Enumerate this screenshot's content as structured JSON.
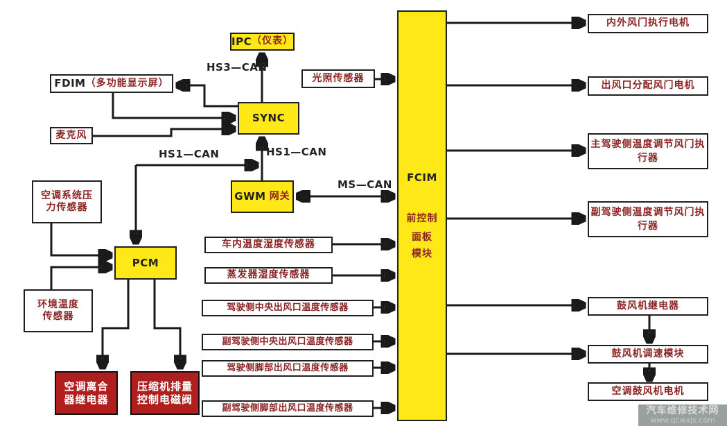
{
  "colors": {
    "module_yellow": "#ffe817",
    "actuator_red": "#b01e1e",
    "chinese_text": "#8b2424",
    "latin_text": "#222222",
    "wire": "#1a1a1a",
    "watermark_bg": "#9aa0a0"
  },
  "nodes": {
    "ipc": {
      "latin": "IPC",
      "cn": "（仪表）"
    },
    "fdim": {
      "latin": "FDIM",
      "cn": "（多功能显示屏）"
    },
    "mic": {
      "label": "麦克风"
    },
    "sync": {
      "label": "SYNC"
    },
    "gwm": {
      "latin": "GWM",
      "cn": "网关"
    },
    "pcm": {
      "label": "PCM"
    },
    "ac_pressure_sensor": {
      "line1": "空调系统压",
      "line2": "力传感器"
    },
    "ambient_temp_sensor": {
      "line1": "环境温度",
      "line2": "传感器"
    },
    "light_sensor": {
      "label": "光照传感器"
    },
    "fcim": {
      "latin": "FCIM",
      "line1": "前控制",
      "line2": "面板",
      "line3": "模块"
    },
    "ac_clutch_relay": {
      "line1": "空调离合",
      "line2": "器继电器"
    },
    "compressor_valve": {
      "line1": "压缩机排量",
      "line2": "控制电磁阀"
    },
    "sensors": [
      "车内温度湿度传感器",
      "蒸发器湿度传感器",
      "驾驶侧中央出风口温度传感器",
      "副驾驶侧中央出风口温度传感器",
      "驾驶侧脚部出风口温度传感器",
      "副驾驶侧脚部出风口温度传感器"
    ],
    "outputs": [
      "内外风门执行电机",
      "出风口分配风门电机",
      "主驾驶侧温度调节风门执行器",
      "副驾驶侧温度调节风门执行器",
      "鼓风机继电器",
      "鼓风机调速模块",
      "空调鼓风机电机"
    ]
  },
  "bus_labels": {
    "hs3_can": "HS3—CAN",
    "hs1_can_left": "HS1—CAN",
    "hs1_can_right": "HS1—CAN",
    "ms_can": "MS—CAN"
  },
  "watermark": {
    "line1": "汽车维修技术网",
    "line2": "www.qcwxjs.com"
  }
}
